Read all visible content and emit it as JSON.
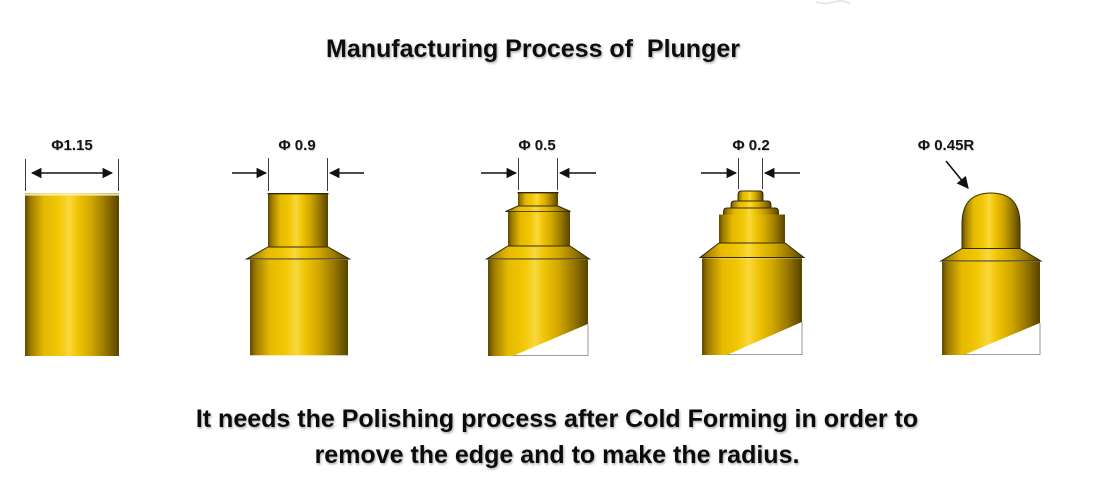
{
  "title": "Manufacturing Process of  Plunger",
  "caption": {
    "line1": "It needs the Polishing process after Cold Forming in order to",
    "line2": "remove the edge and to make the radius."
  },
  "stages": [
    {
      "label": "Φ1.15"
    },
    {
      "label": "Φ 0.9"
    },
    {
      "label": "Φ 0.5"
    },
    {
      "label": "Φ 0.2"
    },
    {
      "label": "Φ 0.45R"
    }
  ],
  "colors": {
    "background": "#ffffff",
    "text": "#0d0d0d",
    "outline": "#33290a",
    "polish_cut_fill": "#ffffff",
    "polish_cut_edge": "#909090",
    "gold_gradient": [
      "#5e4900",
      "#9c7b00",
      "#e5b900",
      "#f2c704",
      "#f8d83c",
      "#efc303",
      "#d2a800",
      "#967600",
      "#574300"
    ]
  }
}
